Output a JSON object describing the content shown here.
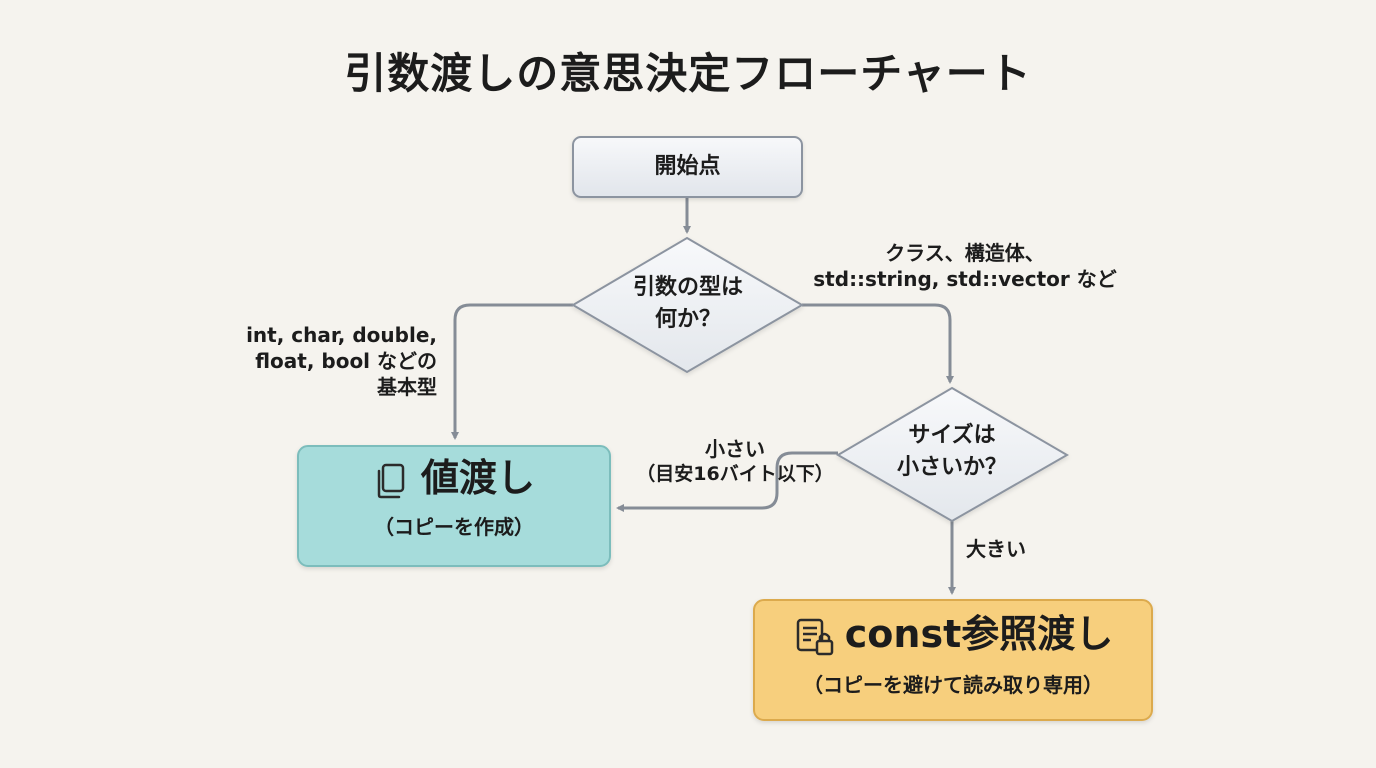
{
  "title": "引数渡しの意思決定フローチャート",
  "nodes": {
    "start": "開始点",
    "decision_type": [
      "引数の型は",
      "何か？"
    ],
    "decision_size": [
      "サイズは",
      "小さいか？"
    ],
    "pass_by_value": {
      "main": "値渡し",
      "sub": "（コピーを作成）",
      "icon": "copy-icon"
    },
    "pass_by_const_ref": {
      "main": "const参照渡し",
      "sub": "（コピーを避けて読み取り専用）",
      "icon": "document-lock-icon"
    }
  },
  "edge_labels": {
    "basic_types": [
      "int, char, double,",
      "float, bool などの",
      "基本型"
    ],
    "class_types": [
      "クラス、構造体、",
      "std::string, std::vector など"
    ],
    "small": [
      "小さい",
      "（目安16バイト以下）"
    ],
    "large": "大きい"
  },
  "colors": {
    "background": "#f5f3ee",
    "start_fill": "#e8ebf0",
    "node_stroke": "#8c94a0",
    "decision_fill": "#eceff3",
    "value_fill": "#a6dcdb",
    "value_stroke": "#7cbdbc",
    "const_fill": "#f7cf7d",
    "const_stroke": "#dcaa4e",
    "arrow": "#858c96"
  }
}
